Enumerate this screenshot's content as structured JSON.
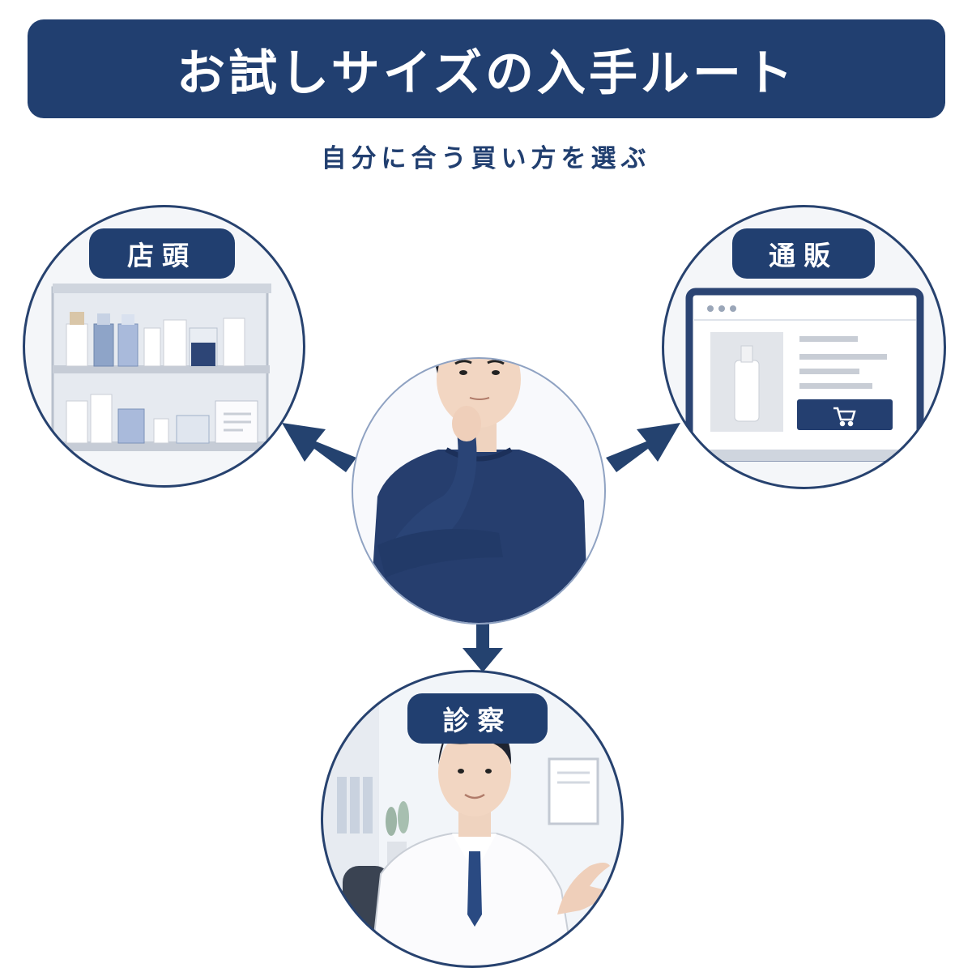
{
  "header": {
    "title": "お試しサイズの入手ルート"
  },
  "subtitle": "自分に合う買い方を選ぶ",
  "routes": [
    {
      "id": "store",
      "label": "店頭",
      "illustration": "pharmacy-shelf"
    },
    {
      "id": "online",
      "label": "通販",
      "illustration": "laptop-shop"
    },
    {
      "id": "clinic",
      "label": "診察",
      "illustration": "doctor"
    }
  ],
  "center": {
    "illustration": "thinking-man"
  },
  "colors": {
    "navy": "#213f70",
    "ring": "#27426f",
    "arrow": "#24426f",
    "bg": "#ffffff"
  }
}
